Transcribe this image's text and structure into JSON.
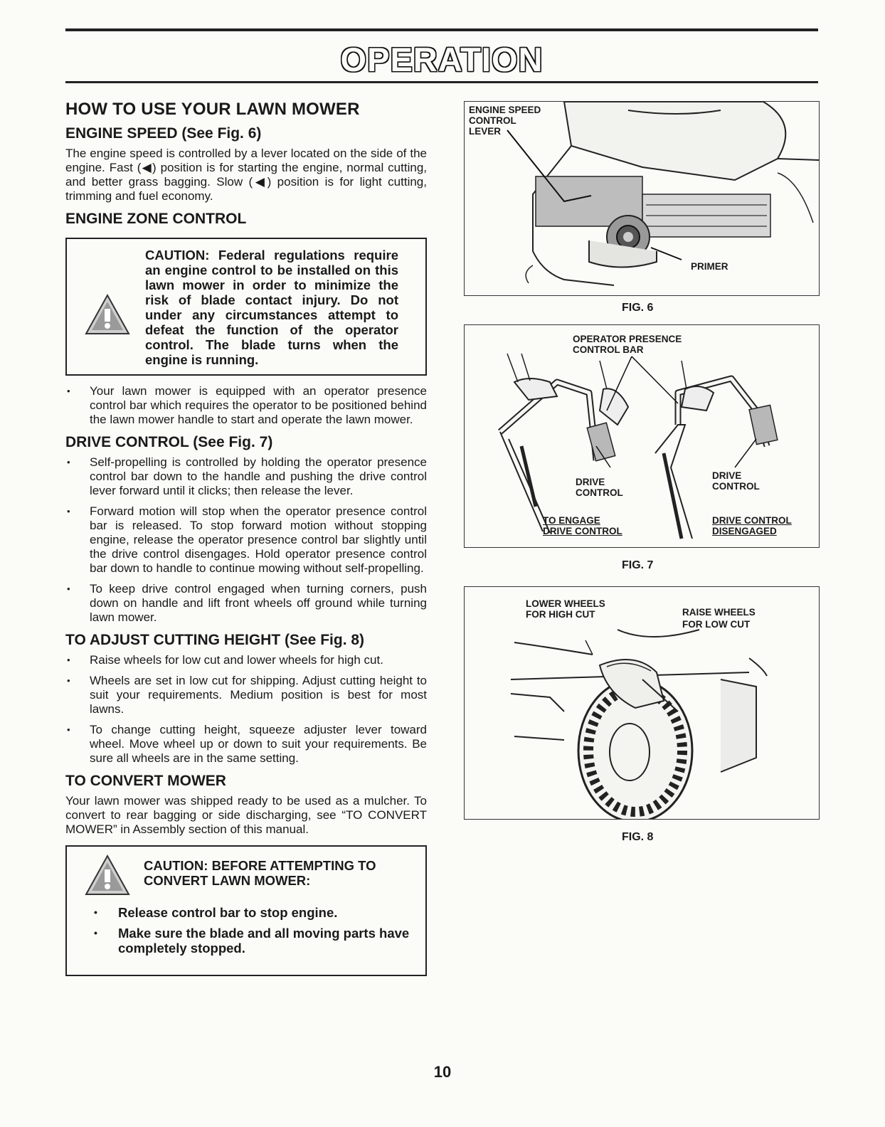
{
  "header": {
    "title": "OPERATION"
  },
  "left": {
    "main_heading": "HOW TO USE YOUR LAWN MOWER",
    "engine_speed": {
      "heading": "ENGINE SPEED (See Fig. 6)",
      "body": "The engine speed is controlled by a lever located on the side of the engine. Fast (◀) position is for starting the engine, normal cutting, and better grass bagging. Slow (◀) position is for light cutting, trimming and fuel economy."
    },
    "engine_zone": {
      "heading": "ENGINE ZONE CONTROL",
      "caution": "CAUTION: Federal regulations require an engine control to be installed on this lawn mower in order to minimize the risk of blade contact injury. Do not under any circumstances attempt to defeat the function of the operator control. The blade turns when the engine is running.",
      "bullets": [
        "Your lawn mower is equipped with an operator presence control bar which requires the operator to be positioned behind the lawn mower handle to start and operate the lawn mower."
      ]
    },
    "drive_control": {
      "heading": "DRIVE CONTROL  (See Fig. 7)",
      "bullets": [
        "Self-propelling is controlled by holding the operator presence control bar down to the handle and pushing the drive control lever forward until it clicks; then release the lever.",
        "Forward motion will stop when the operator presence control bar is released. To stop forward motion without stopping engine, release the operator presence control bar slightly until the drive control disengages. Hold operator presence control bar down to handle to continue mowing without self-propelling.",
        "To keep drive control engaged when turning corners, push down on handle and lift front wheels off ground while turning lawn mower."
      ]
    },
    "cutting_height": {
      "heading": "TO ADJUST CUTTING HEIGHT (See Fig. 8)",
      "bullets": [
        "Raise wheels for low cut and lower wheels for high cut.",
        "Wheels are set in low cut for shipping. Adjust cutting height to suit your requirements. Medium position is best for most lawns.",
        "To change cutting height, squeeze adjuster lever toward wheel. Move wheel up or down to suit your requirements. Be sure all wheels are in the same setting."
      ]
    },
    "convert": {
      "heading": "TO CONVERT MOWER",
      "body": "Your lawn mower was shipped ready to be used as a mulcher. To convert to rear bagging or side discharging, see “TO CONVERT MOWER” in Assembly section of this manual.",
      "caution_head": "CAUTION: BEFORE ATTEMPTING TO CONVERT LAWN MOWER:",
      "caution_items": [
        "Release control bar to stop engine.",
        "Make sure the blade and all moving parts have completely stopped."
      ]
    }
  },
  "figures": {
    "fig6": {
      "label_lever_1": "ENGINE SPEED",
      "label_lever_2": "CONTROL",
      "label_lever_3": "LEVER",
      "label_primer": "PRIMER",
      "caption": "FIG. 6"
    },
    "fig7": {
      "label_bar_1": "OPERATOR PRESENCE",
      "label_bar_2": "CONTROL BAR",
      "label_drive_left_1": "DRIVE",
      "label_drive_left_2": "CONTROL",
      "label_drive_right_1": "DRIVE",
      "label_drive_right_2": "CONTROL",
      "label_engage_1": "TO ENGAGE",
      "label_engage_2": "DRIVE CONTROL",
      "label_disengaged_1": "DRIVE CONTROL",
      "label_disengaged_2": "DISENGAGED",
      "caption": "FIG. 7"
    },
    "fig8": {
      "label_lower_1": "LOWER WHEELS",
      "label_lower_2": "FOR HIGH CUT",
      "label_raise_1": "RAISE WHEELS",
      "label_raise_2": "FOR LOW CUT",
      "caption": "FIG. 8"
    }
  },
  "footer": {
    "page_number": "10"
  }
}
